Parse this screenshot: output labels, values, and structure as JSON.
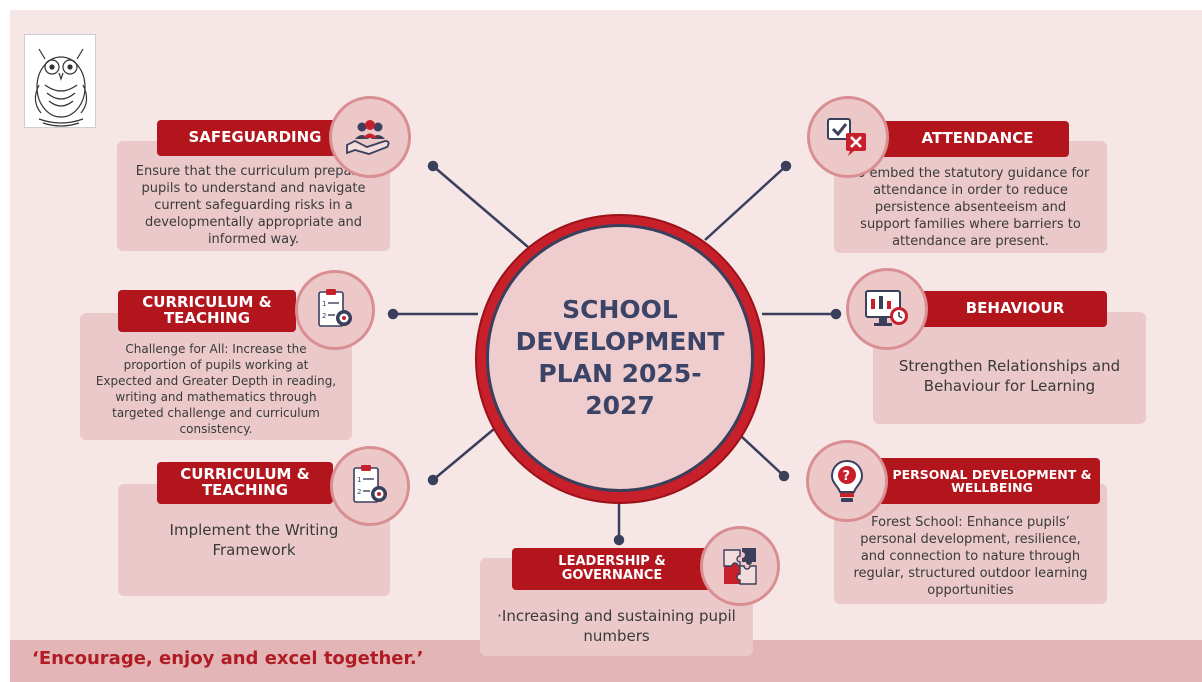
{
  "center": {
    "title": "SCHOOL DEVELOPMENT PLAN 2025-2027"
  },
  "motto": "‘Encourage, enjoy and excel together.’",
  "priorities": {
    "safeguarding": {
      "title": "SAFEGUARDING",
      "text": "Ensure that the curriculum prepares pupils to understand and navigate current safeguarding risks in a developmentally appropriate and informed way.",
      "icon": "hand-people-icon"
    },
    "curriculum_1": {
      "title": "CURRICULUM & TEACHING",
      "text": "Challenge for All: Increase the proportion of pupils working at Expected and Greater Depth in reading, writing and mathematics through targeted challenge and curriculum consistency.",
      "icon": "clipboard-target-icon"
    },
    "curriculum_2": {
      "title": "CURRICULUM & TEACHING",
      "text": "Implement the Writing Framework",
      "icon": "clipboard-target-icon"
    },
    "leadership": {
      "title": "LEADERSHIP & GOVERNANCE",
      "text": "·Increasing and sustaining pupil numbers",
      "icon": "puzzle-icon"
    },
    "attendance": {
      "title": "ATTENDANCE",
      "text": "To embed the statutory guidance for attendance in order to reduce persistence absenteeism and support families where barriers to attendance are present.",
      "icon": "check-cross-chat-icon"
    },
    "behaviour": {
      "title": "BEHAVIOUR",
      "text": "Strengthen Relationships and Behaviour for Learning",
      "icon": "monitor-clock-icon"
    },
    "personal": {
      "title": "PERSONAL DEVELOPMENT & WELLBEING",
      "text": "Forest School: Enhance pupils’ personal development, resilience, and connection to nature through regular, structured outdoor learning opportunities",
      "icon": "lightbulb-question-icon"
    }
  },
  "colors": {
    "accent": "#b3151d",
    "card": "#ebc9cb",
    "background": "#f7e6e6",
    "navy": "#3b4466"
  }
}
